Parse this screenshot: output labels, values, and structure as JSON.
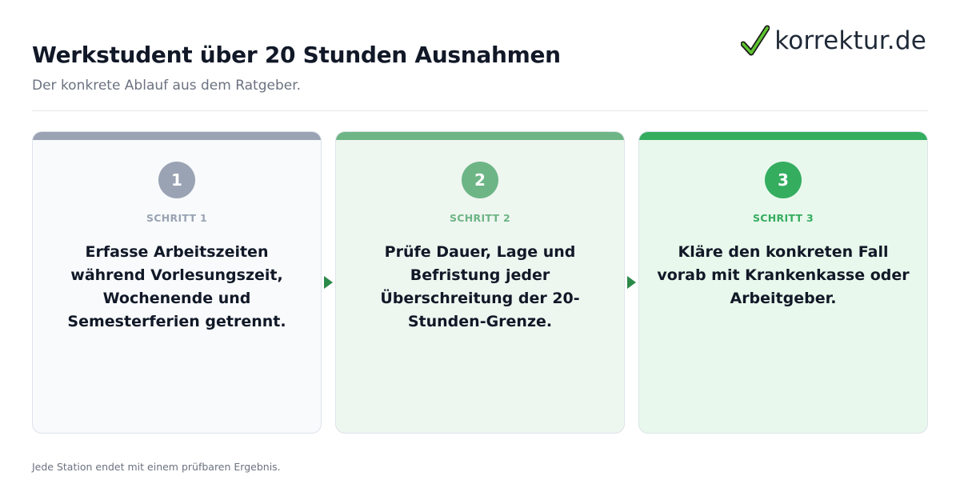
{
  "header": {
    "title": "Werkstudent über 20 Stunden Ausnahmen",
    "subtitle": "Der konkrete Ablauf aus dem Ratgeber."
  },
  "logo": {
    "text": "korrektur.de",
    "icon": "checkmark-icon",
    "check_color": "#5ec42f"
  },
  "steps": [
    {
      "number": "1",
      "label": "SCHRITT 1",
      "text": "Erfasse Arbeitszeiten während Vorlesungszeit, Wochenende und Semesterferien getrennt.",
      "color": "#9aa3b3"
    },
    {
      "number": "2",
      "label": "SCHRITT 2",
      "text": "Prüfe Dauer, Lage und Befristung jeder Überschreitung der 20-Stunden-Grenze.",
      "color": "#6db585"
    },
    {
      "number": "3",
      "label": "SCHRITT 3",
      "text": "Kläre den konkreten Fall vorab mit Krankenkasse oder Arbeitgeber.",
      "color": "#34ad5f"
    }
  ],
  "footer": {
    "note": "Jede Station endet mit einem prüfbaren Ergebnis."
  }
}
